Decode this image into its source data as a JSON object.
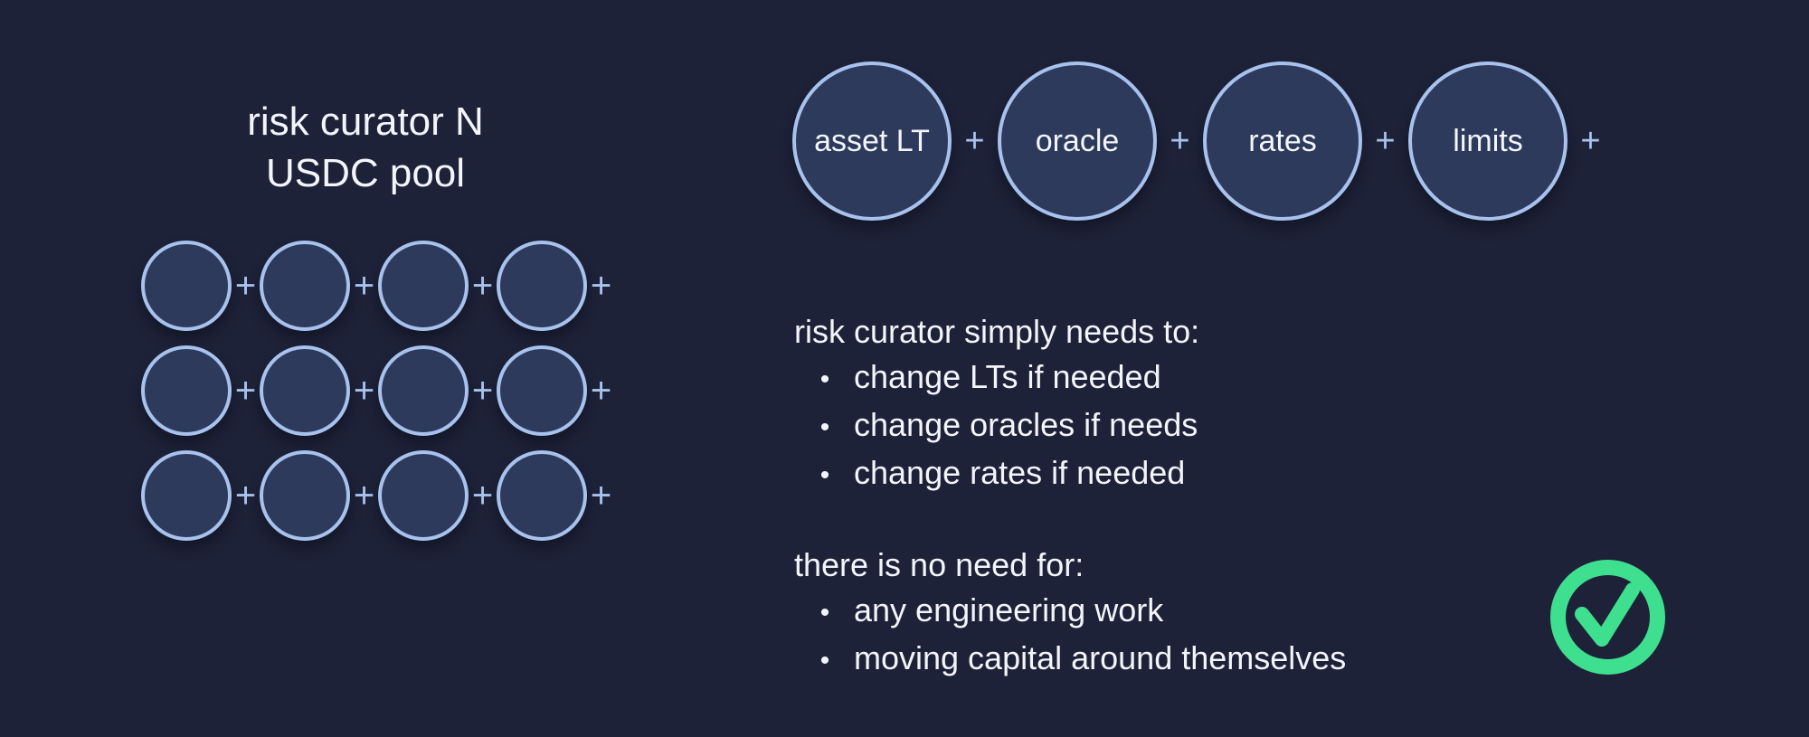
{
  "colors": {
    "background": "#1e2238",
    "circle_fill": "#2e3a5c",
    "circle_border": "#a8c2ee",
    "text": "#f2f5fa",
    "check_green": "#3ee08f"
  },
  "symbols": {
    "plus": "+",
    "bullet": "•"
  },
  "left_panel": {
    "title_line1": "risk curator N",
    "title_line2": "USDC pool",
    "grid": {
      "rows": 3,
      "columns": 4
    }
  },
  "top_row": {
    "circles": [
      {
        "label": "asset LT"
      },
      {
        "label": "oracle"
      },
      {
        "label": "rates"
      },
      {
        "label": "limits"
      }
    ]
  },
  "needs": {
    "heading": "risk curator simply needs to:",
    "items": [
      "change LTs if needed",
      "change oracles if needs",
      "change rates if needed"
    ]
  },
  "no_need": {
    "heading": "there is no need for:",
    "items": [
      "any engineering work",
      "moving capital around themselves"
    ]
  },
  "icons": {
    "success": "check-circle"
  }
}
